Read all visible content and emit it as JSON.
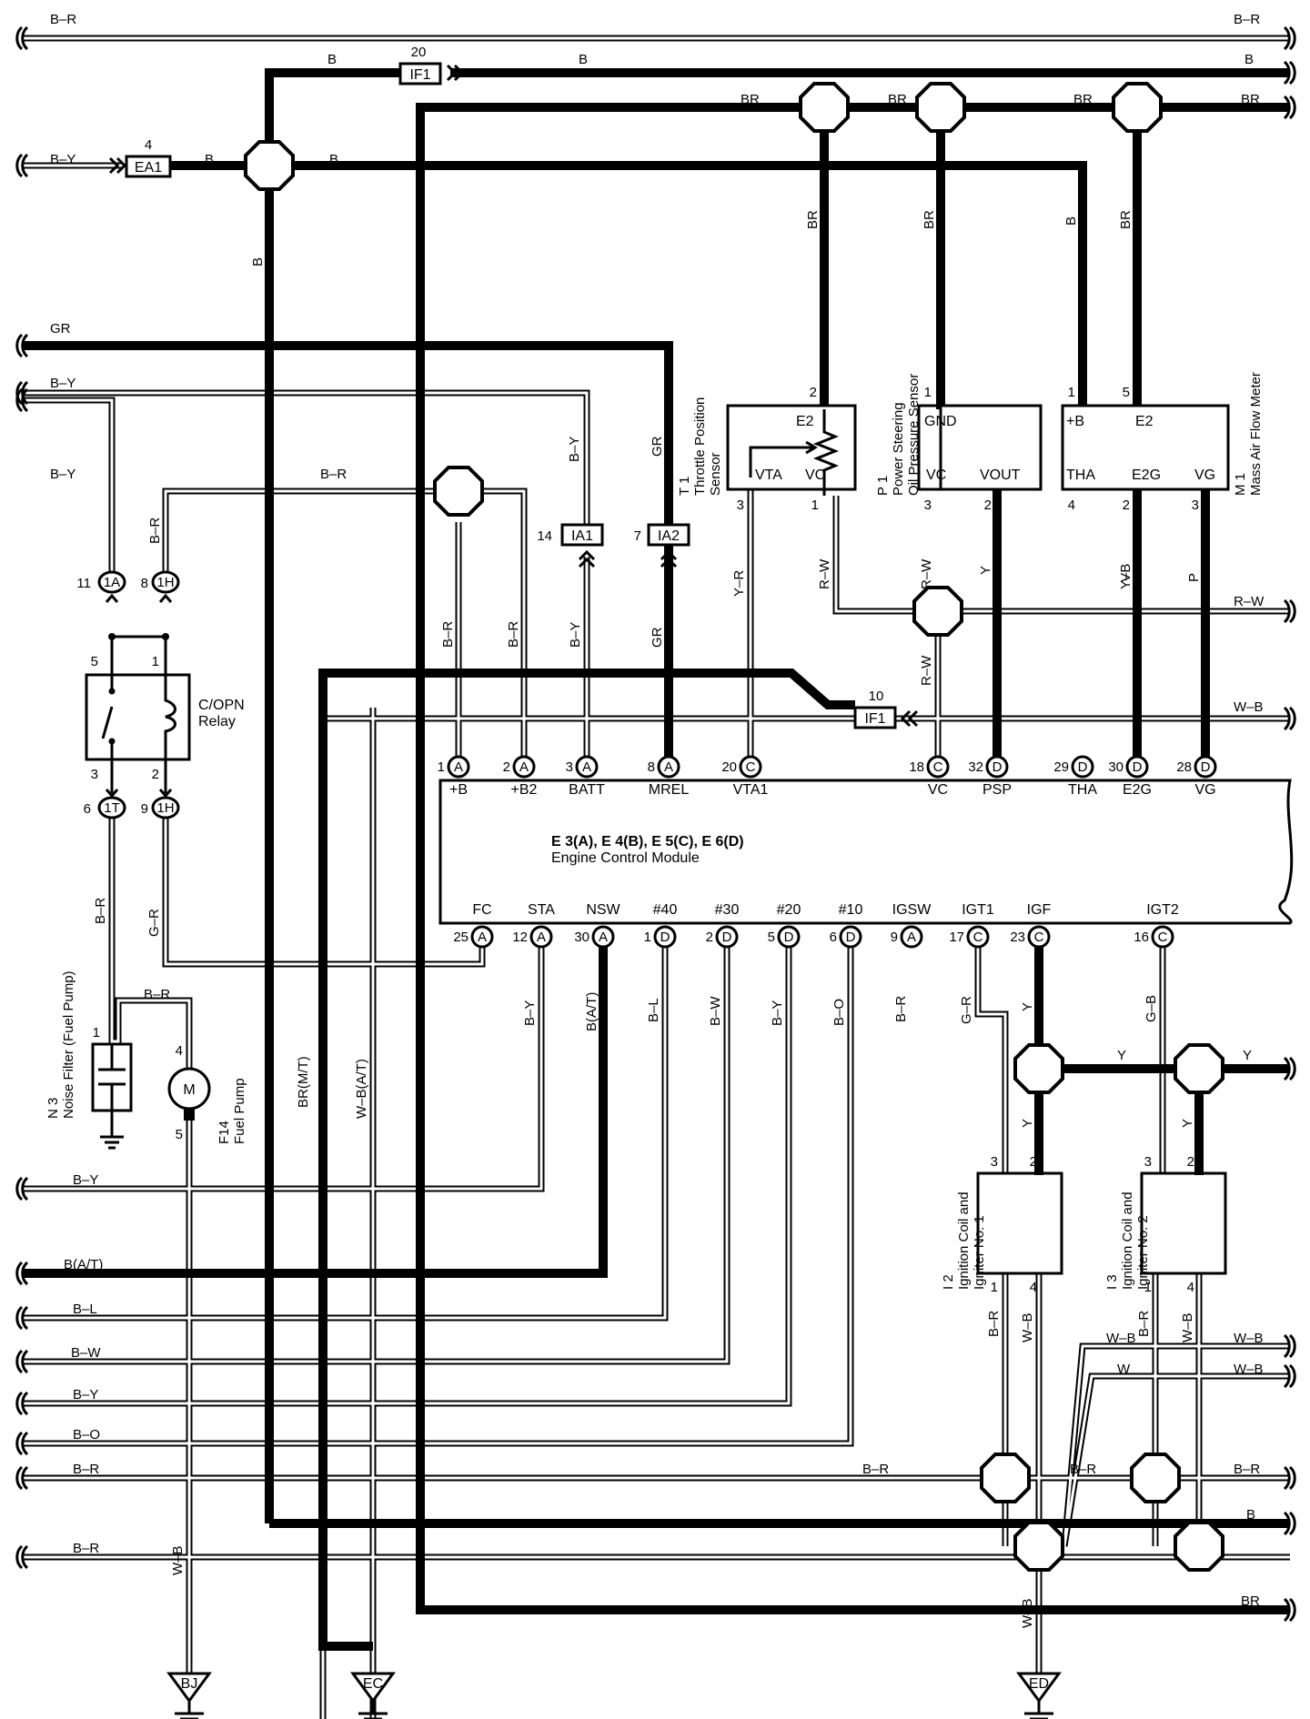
{
  "wires": {
    "top_br": "B–R",
    "b_top": "B",
    "by_left": "B–Y",
    "b_mid": "B",
    "b_vert": "B",
    "br_top": "BR",
    "gr": "GR",
    "by2": "B–Y",
    "by3": "B–Y",
    "br_relay": "B–R",
    "b_r_v": "B–R",
    "rw": "R–W",
    "wb": "W–B",
    "br_mt": "BR(M/T)",
    "wb_at": "W–B(A/T)",
    "gr_v": "G–R",
    "y": "Y",
    "y_r": "Y–R",
    "y_b": "Y–B",
    "v": "V",
    "p": "P",
    "g_b": "G–B",
    "b_at": "B(A/T)",
    "b_l": "B–L",
    "b_w": "B–W",
    "b_o": "B–O",
    "w": "W"
  },
  "fuses": {
    "if1_top": "IF1",
    "if1_top_num": "20",
    "ea1": "EA1",
    "ea1_num": "4",
    "ia1": "IA1",
    "ia1_num": "14",
    "ia2": "IA2",
    "ia2_num": "7",
    "if1_mid": "IF1",
    "if1_mid_num": "10"
  },
  "relay": {
    "name_line1": "C/OPN",
    "name_line2": "Relay",
    "pin5": "5",
    "pin1": "1",
    "pin3": "3",
    "pin2": "2",
    "conn_1A": "1A",
    "conn_1A_pin": "11",
    "conn_1H_top": "1H",
    "conn_1H_top_pin": "8",
    "conn_1T": "1T",
    "conn_1T_pin": "6",
    "conn_1H_bot": "1H",
    "conn_1H_bot_pin": "9"
  },
  "tps": {
    "code": "T 1",
    "name_line1": "Throttle Position",
    "name_line2": "Sensor",
    "e2": "E2",
    "vta": "VTA",
    "vc": "VC",
    "pin2": "2",
    "pin3": "3",
    "pin1": "1"
  },
  "pss": {
    "code": "P 1",
    "name_line1": "Power Steering",
    "name_line2": "Oil Pressure Sensor",
    "gnd": "GND",
    "vc": "VC",
    "vout": "VOUT",
    "pin1": "1",
    "pin3": "3",
    "pin2": "2"
  },
  "maf": {
    "code": "M 1",
    "name_line1": "Mass Air Flow Meter",
    "plus_b": "+B",
    "e2": "E2",
    "tha": "THA",
    "e2g": "E2G",
    "vg": "VG",
    "pin1": "1",
    "pin5": "5",
    "pin4": "4",
    "pin2": "2",
    "pin3": "3"
  },
  "ecm": {
    "title_line1": "E 3(A), E 4(B), E 5(C), E 6(D)",
    "title_line2": "Engine Control Module",
    "top_pins": [
      {
        "num": "1",
        "conn": "A",
        "label": "+B"
      },
      {
        "num": "2",
        "conn": "A",
        "label": "+B2"
      },
      {
        "num": "3",
        "conn": "A",
        "label": "BATT"
      },
      {
        "num": "8",
        "conn": "A",
        "label": "MREL"
      },
      {
        "num": "20",
        "conn": "C",
        "label": "VTA1"
      },
      {
        "num": "18",
        "conn": "C",
        "label": "VC"
      },
      {
        "num": "32",
        "conn": "D",
        "label": "PSP"
      },
      {
        "num": "29",
        "conn": "D",
        "label": "THA"
      },
      {
        "num": "30",
        "conn": "D",
        "label": "E2G"
      },
      {
        "num": "28",
        "conn": "D",
        "label": "VG"
      }
    ],
    "bottom_pins": [
      {
        "num": "25",
        "conn": "A",
        "label": "FC"
      },
      {
        "num": "12",
        "conn": "A",
        "label": "STA"
      },
      {
        "num": "30",
        "conn": "A",
        "label": "NSW"
      },
      {
        "num": "1",
        "conn": "D",
        "label": "#40"
      },
      {
        "num": "2",
        "conn": "D",
        "label": "#30"
      },
      {
        "num": "5",
        "conn": "D",
        "label": "#20"
      },
      {
        "num": "6",
        "conn": "D",
        "label": "#10"
      },
      {
        "num": "9",
        "conn": "A",
        "label": "IGSW"
      },
      {
        "num": "17",
        "conn": "C",
        "label": "IGT1"
      },
      {
        "num": "23",
        "conn": "C",
        "label": "IGF"
      },
      {
        "num": "16",
        "conn": "C",
        "label": "IGT2"
      }
    ]
  },
  "noise_filter": {
    "code": "N 3",
    "name_line1": "Noise Filter (Fuel Pump)",
    "pin1": "1"
  },
  "fuel_pump": {
    "code": "F14",
    "name_line1": "Fuel Pump",
    "motor": "M",
    "pin4": "4",
    "pin5": "5"
  },
  "coil1": {
    "code": "I 2",
    "name_line1": "Ignition Coil and",
    "name_line2": "Igniter No. 1",
    "pin3": "3",
    "pin2": "2",
    "pin1": "1",
    "pin4": "4"
  },
  "coil2": {
    "code": "I 3",
    "name_line1": "Ignition Coil and",
    "name_line2": "Igniter No. 2",
    "pin3": "3",
    "pin2": "2",
    "pin1": "1",
    "pin4": "4"
  },
  "grounds": {
    "bj": "BJ",
    "ec": "EC",
    "ed": "ED"
  }
}
